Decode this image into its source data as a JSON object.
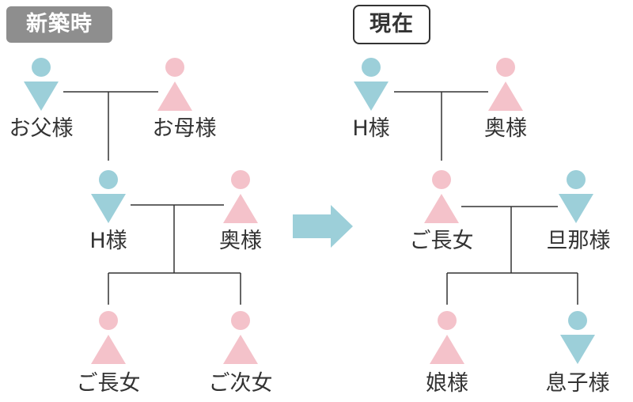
{
  "colors": {
    "male": "#9ccfd9",
    "female": "#f4c2ca",
    "line": "#333333",
    "arrow": "#9ccfd9",
    "label_badge": "#8e8e8e"
  },
  "before": {
    "label": "新築時",
    "people": {
      "father": {
        "name": "お父様",
        "gender": "male"
      },
      "mother": {
        "name": "お母様",
        "gender": "female"
      },
      "h": {
        "name": "H様",
        "gender": "male"
      },
      "wife": {
        "name": "奥様",
        "gender": "female"
      },
      "eldest_daughter": {
        "name": "ご長女",
        "gender": "female"
      },
      "second_daughter": {
        "name": "ご次女",
        "gender": "female"
      }
    }
  },
  "after": {
    "label": "現在",
    "people": {
      "h": {
        "name": "H様",
        "gender": "male"
      },
      "wife": {
        "name": "奥様",
        "gender": "female"
      },
      "eldest_daughter": {
        "name": "ご長女",
        "gender": "female"
      },
      "son_in_law": {
        "name": "旦那様",
        "gender": "male"
      },
      "granddaughter": {
        "name": "娘様",
        "gender": "female"
      },
      "grandson": {
        "name": "息子様",
        "gender": "male"
      }
    }
  },
  "transition_icon": "right-arrow-icon"
}
